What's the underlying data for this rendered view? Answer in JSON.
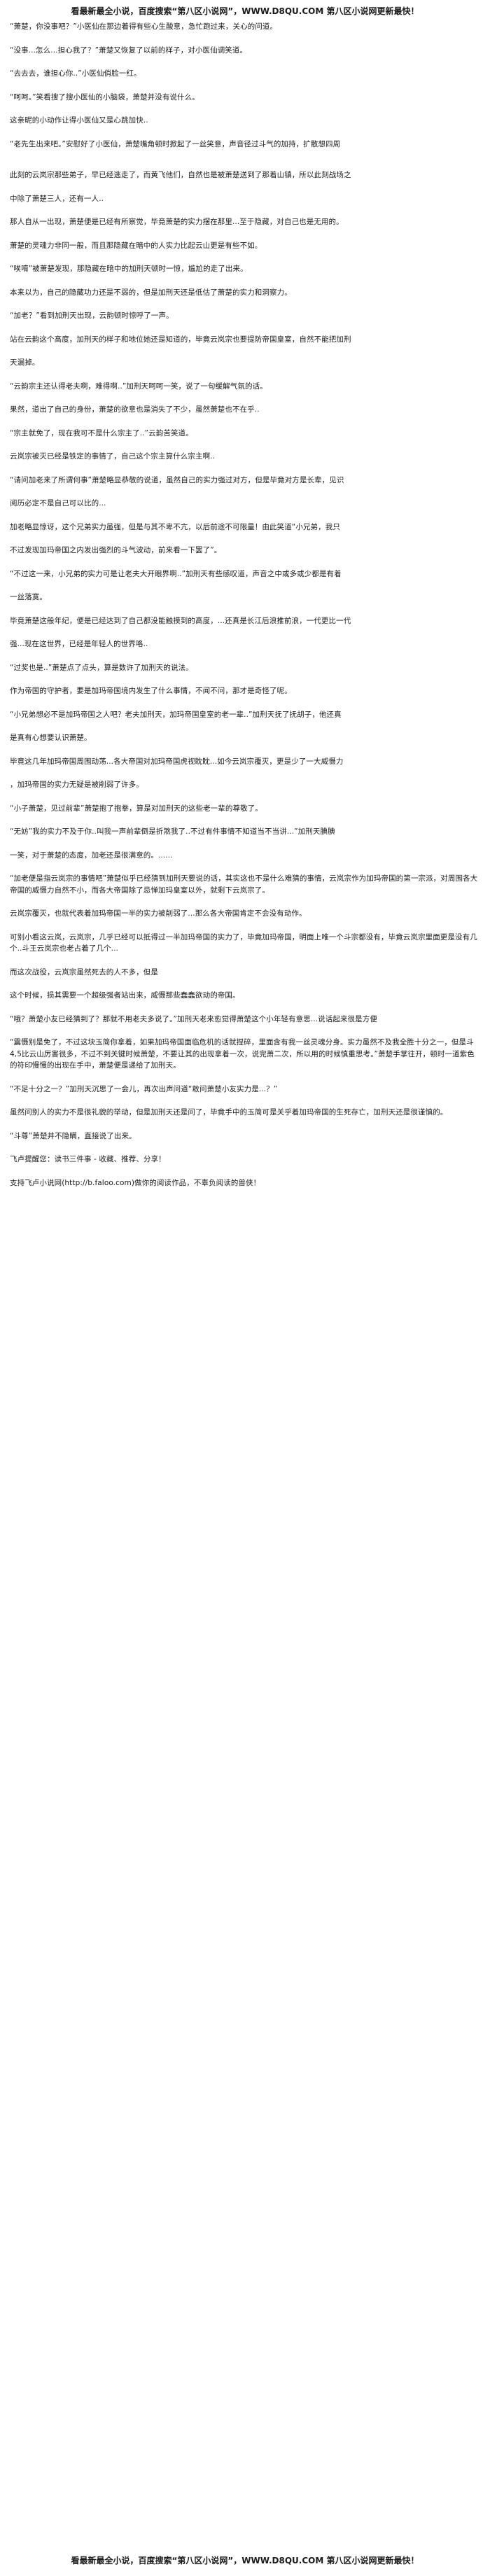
{
  "header": {
    "banner": "看最新最全小说，百度搜索“第八区小说网”，WWW.D8QU.COM 第八区小说网更新最快！"
  },
  "chapter": {
    "paragraphs": [
      "“萧楚，你没事吧？”小医仙在那边着得有些心生酸意，急忙跑过来，关心的问道。",
      "“没事...怎么...担心我了？”萧楚又恢复了以前的样子，对小医仙调笑道。",
      "“去去去，谁担心你..”小医仙俏脸一红。",
      "“呵呵。”笑看搜了搜小医仙的小脑袋，萧楚并没有说什么。",
      "这亲昵的小动作让得小医仙又是心跳加快..",
      "“老先生出来吧。”安慰好了小医仙，萧楚嘴角顿时掀起了一丝笑意，声音径过斗气的加持，扩散想四周",
      "此刻的云岚宗那些弟子，早已经逃走了，而黄飞他们，自然也是被萧楚送到了那着山镇，所以此刻战场之",
      "中除了萧楚三人，还有一人..",
      "那人自从一出现，萧楚便是已经有所察觉，毕竟萧楚的实力摆在那里...至于隐藏，对自己也是无用的。",
      "萧楚的灵魂力非同一般，而且那隐藏在暗中的人实力比起云山更是有些不如。",
      "“唉唷”被萧楚发现，那隐藏在暗中的加刑天顿时一惊，尴尬的走了出来。",
      "本来以为，自己的隐藏功力还是不弱的，但是加刑天还是低估了萧楚的实力和洞察力。",
      "“加老？”看到加刑天出现，云韵顿时惊呼了一声。",
      "站在云韵这个高度，加刑天的样子和地位她还是知道的，毕竟云岚宗也要提防帝国皇室，自然不能把加刑",
      "天漏掉。",
      "“云韵宗主还认得老夫啊，难得啊..”加刑天呵呵一笑，说了一句缓解气氛的话。",
      "果然，道出了自己的身份，萧楚的欲意也是消失了不少，虽然萧楚也不在乎..",
      "“宗主就免了，现在我可不是什么宗主了..”云韵苦笑道。",
      "云岚宗被灭已经是铁定的事情了，自己这个宗主算什么宗主啊..",
      "“请问加老来了所谓何事”萧楚略显恭敬的说道，虽然自己的实力强过对方，但是毕竟对方是长辈，见识",
      "阅历必定不是自己可以比的...",
      "加老略显惊讶，这个兄弟实力虽强，但是与其不卑不亢，以后前途不可限量！由此笑道“小兄弟，我只",
      "不过发现加玛帝国之内发出强烈的斗气波动，前来看一下罢了”。",
      "“不过这一来，小兄弟的实力可是让老夫大开眼界啊..”加刑天有些感叹道，声音之中或多或少都是有着",
      "一丝落寞。",
      "毕竟萧楚这般年纪，便是已经达到了自己都没能触摸到的高度，...还真是长江后浪推前浪，一代更比一代",
      "强...现在这世界，已经是年轻人的世界咯..",
      "“过奖也是..”萧楚点了点头，算是数许了加刑天的说法。",
      "作为帝国的守护者，要是加玛帝国境内发生了什么事情，不闻不问，那才是奇怪了呢。",
      "“小兄弟想必不是加玛帝国之人吧？老夫加刑天，加玛帝国皇室的老一辈..”加刑天抚了抚胡子，他还真",
      "是真有心想要认识萧楚。",
      "毕竟这几年加玛帝国周围动荡...各大帝国对加玛帝国虎视眈眈...如今云岚宗覆灭，更是少了一大威慑力",
      "，加玛帝国的实力无疑是被削弱了许多。",
      "“小子萧楚，见过前辈”萧楚抱了抱拳，算是对加刑天的这些老一辈的尊敬了。",
      "“无妨”我的实力不及于你..叫我一声前辈倒是折煞我了..不过有件事情不知道当不当讲...”加刑天腆腆",
      "一笑，对于萧楚的态度，加老还是很满意的。......",
      "“加老便是指云岚宗的事情吧”萧楚似乎已经猜到加刑天要说的话，其实这也不是什么难猜的事情，云岚宗作为加玛帝国的第一宗派，对周围各大帝国的威慑力自然不小，而各大帝国除了忌惮加玛皇室以外，就剩下云岚宗了。",
      "云岚宗覆灭，也就代表着加玛帝国一半的实力被削弱了...那么各大帝国肯定不会没有动作。",
      "可别小看这云岚，云岚宗，几乎已经可以抵得过一半加玛帝国的实力了，毕竟加玛帝国，明面上唯一个斗宗都没有，毕竟云岚宗里面更是没有几个..斗王云岚宗也老占着了几个...",
      "而这次战役，云岚宗虽然死去的人不多，但是",
      "这个时候，损其需要一个超级强者站出来，威慑那些蠢蠢欲动的帝国。",
      "“哦？萧楚小友已经猜到了？那就不用老夫多说了。”加刑天老来愈觉得萧楚这个小年轻有意思...说话起来很是方便",
      "“震慑别是免了，不过这块玉简你拿着，如果加玛帝国面临危机的话就捏碎，里面含有我一丝灵魂分身。实力虽然不及我全胜十分之一，但是斗4,5比云山厉害很多，不过不到关键时候萧楚，不要让其的出现拿着一次，说完萧二次，所以用的时候慎重思考。”萧楚手掌往开，顿时一道紫色的符印慢慢的出现在手中，萧楚便是递给了加刑天。",
      "“不足十分之一？”加刑天沉思了一会儿，再次出声问道“敢问萧楚小友实力是...？”",
      "虽然问别人的实力不是很礼貌的举动，但是加刑天还是问了，毕竟手中的玉简可是关乎着加玛帝国的生死存亡，加刑天还是很谨慎的。",
      "“斗尊”萧楚并不隐瞒，直接说了出来。",
      "飞卢提醒您：读书三件事 - 收藏、推荐、分享！",
      "支持飞卢小说网(http://b.faloo.com)做你的阅读作品，不辜负阅读的兽侠！"
    ]
  },
  "footer": {
    "banner": "看最新最全小说，百度搜索“第八区小说网”，WWW.D8QU.COM 第八区小说网更新最快！"
  }
}
